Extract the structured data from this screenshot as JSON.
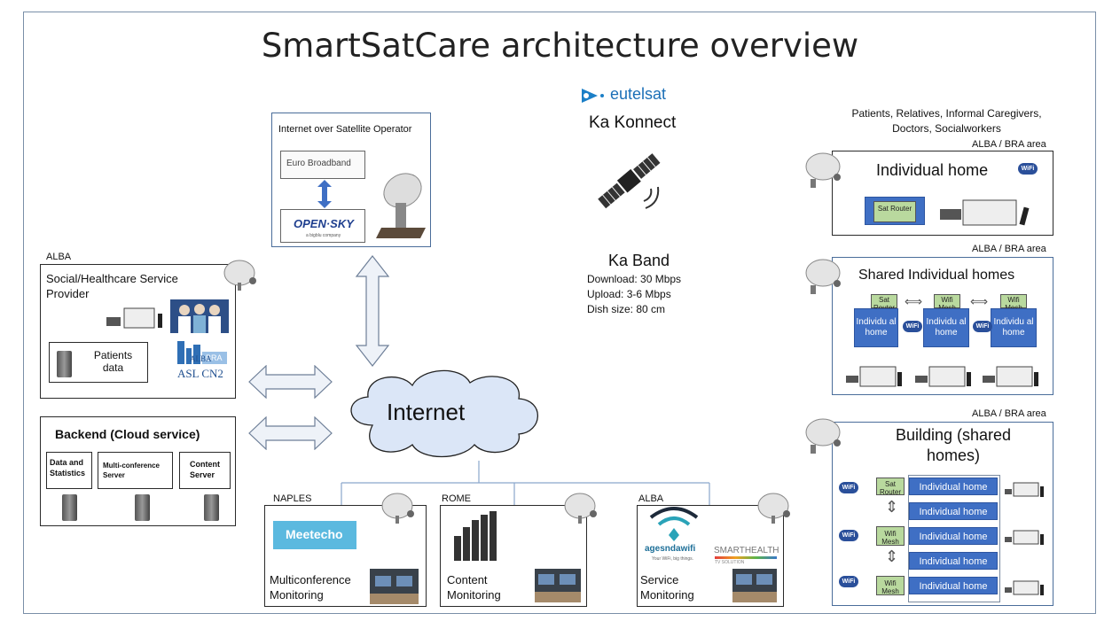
{
  "title": "SmartSatCare architecture overview",
  "eutelsat": {
    "logo": "eutelsat",
    "service": "Ka Konnect"
  },
  "ka_band": {
    "title": "Ka Band",
    "lines": [
      "Download: 30 Mbps",
      "Upload: 3-6 Mbps",
      "Dish size: 80 cm"
    ]
  },
  "operator": {
    "label": "Internet over Satellite Operator",
    "euro": "Euro Broadband",
    "opensky": "OPEN·SKY",
    "opensky_sub": "a bigblu company"
  },
  "internet": "Internet",
  "alba_provider": {
    "region": "ALBA",
    "title": "Social/Healthcare  Service Provider",
    "patients_data": "Patients data",
    "bra": "BRA",
    "alba": "ALBA",
    "asl": "ASL CN2"
  },
  "backend": {
    "title": "Backend (Cloud service)",
    "servers": [
      "Data and Statistics",
      "Multi-conference Server",
      "Content Server"
    ]
  },
  "monitoring": [
    {
      "region": "NAPLES",
      "logo": "Meetecho",
      "label": "Multiconference Monitoring"
    },
    {
      "region": "ROME",
      "logo": "",
      "label": "Content Monitoring"
    },
    {
      "region": "ALBA",
      "logo": "agesndawifi",
      "logo_sub": "Your WiFi, big things.",
      "logo2": "SMARTHEALTH",
      "logo2_sub": "TV SOLUTION",
      "label": "Service Monitoring"
    }
  ],
  "users_header": "Patients, Relatives, Informal Caregivers, Doctors, Socialworkers",
  "individual_home": {
    "area": "ALBA / BRA area",
    "title": "Individual home",
    "router": "Sat Router",
    "wifi": "WiFi"
  },
  "shared_homes": {
    "area": "ALBA / BRA area",
    "title": "Shared Individual homes",
    "tiles": [
      "Sat Router",
      "Wifi Mesh",
      "Wifi Mesh"
    ],
    "homes": [
      "Individu al home",
      "Individu al home",
      "Individu al home"
    ]
  },
  "building": {
    "area": "ALBA / BRA area",
    "title": "Building (shared homes)",
    "router": "Sat Router",
    "mesh": [
      "Wifi Mesh",
      "Wifi Mesh"
    ],
    "rows": [
      "Individual home",
      "Individual home",
      "Individual home",
      "Individual home",
      "Individual home"
    ]
  },
  "colors": {
    "home_blue": "#3f6fc4",
    "mesh_green": "#b9d99e",
    "cloud_blue": "#dbe6f7",
    "arrow_fill": "#e8edf5"
  }
}
